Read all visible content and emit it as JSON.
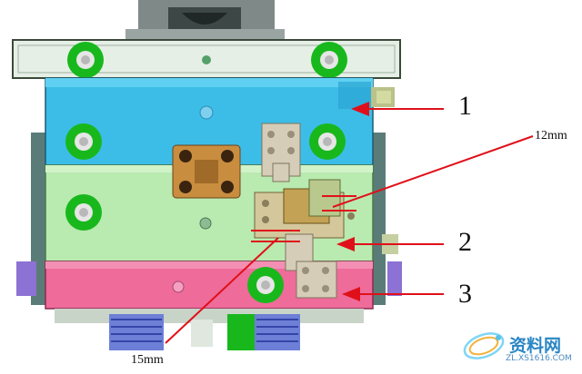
{
  "callouts": {
    "plate_1": "1",
    "plate_2": "2",
    "plate_3": "3"
  },
  "dimensions": {
    "gap_top": "12mm",
    "gap_bottom": "15mm"
  },
  "watermark": {
    "site_name": "资料网",
    "site_url": "ZL.XS1616.COM"
  },
  "colors": {
    "top_plate": "#e6efe6",
    "plate_1": "#3cbde8",
    "plate_2": "#b9eab0",
    "plate_3": "#ee6b9a",
    "bolt_green": "#18b81c",
    "latch": "#d6cdb8",
    "core_block": "#c98d3f",
    "arrow": "#e0101a"
  }
}
